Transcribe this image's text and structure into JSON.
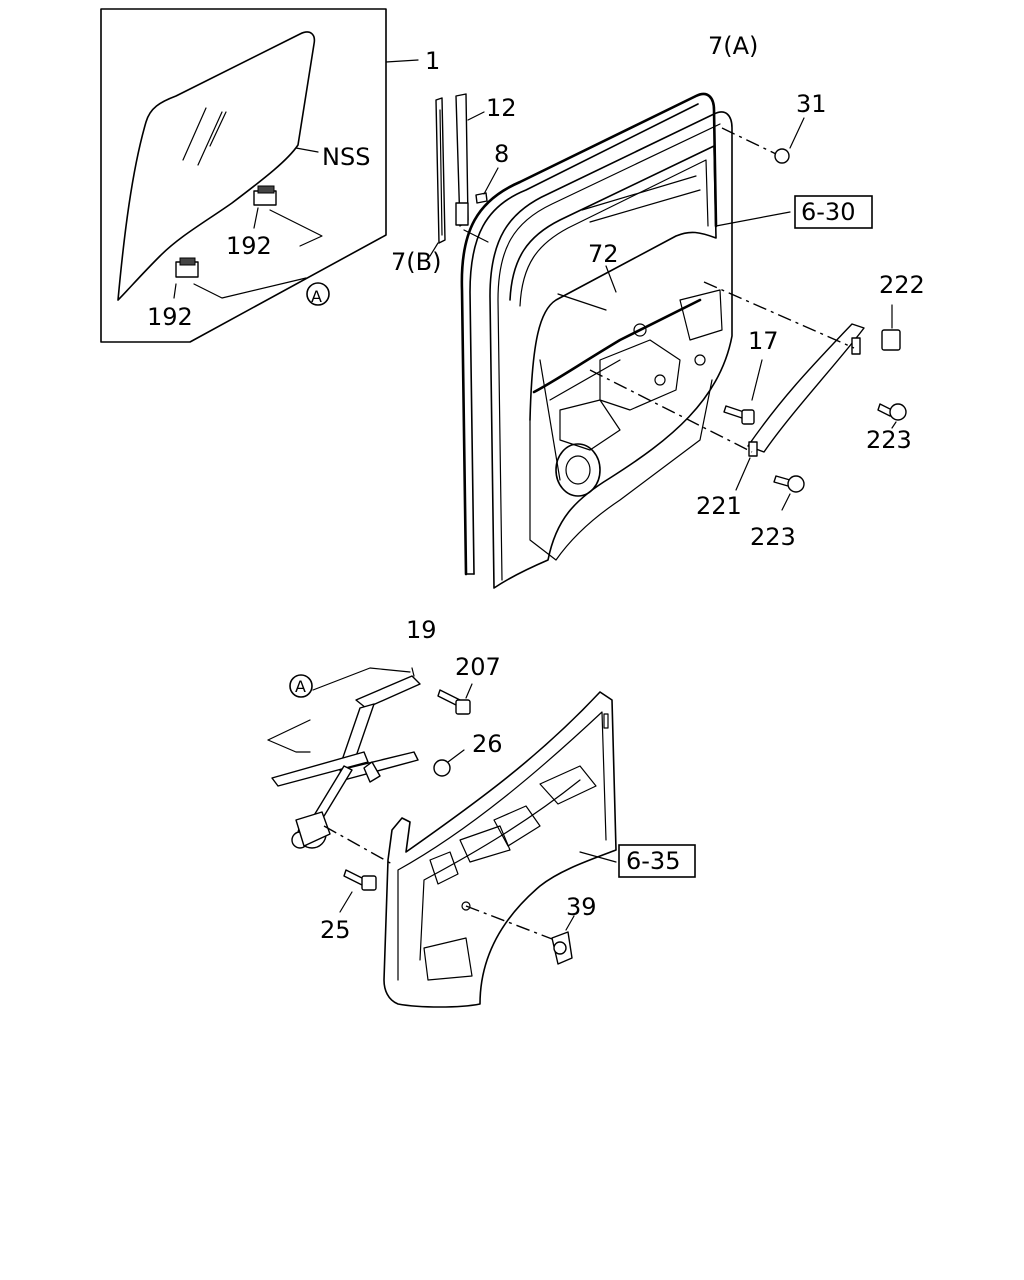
{
  "labels": {
    "glass": "1",
    "nss": "NSS",
    "clip_upper": "192",
    "clip_lower": "192",
    "ref_a_top": "A",
    "run_front": "7(B)",
    "sash": "12",
    "screw_8": "8",
    "weatherstrip": "7(A)",
    "seal_inner": "72",
    "plug_31": "31",
    "ref_6_30": "6-30",
    "cap_222": "222",
    "bolt_17": "17",
    "screw_223_right": "223",
    "garnish_221": "221",
    "screw_223_lower": "223",
    "bracket_19": "19",
    "bolt_207": "207",
    "ref_a_bottom": "A",
    "nut_26": "26",
    "bolt_25": "25",
    "ref_6_35": "6-35",
    "handle_39": "39"
  }
}
